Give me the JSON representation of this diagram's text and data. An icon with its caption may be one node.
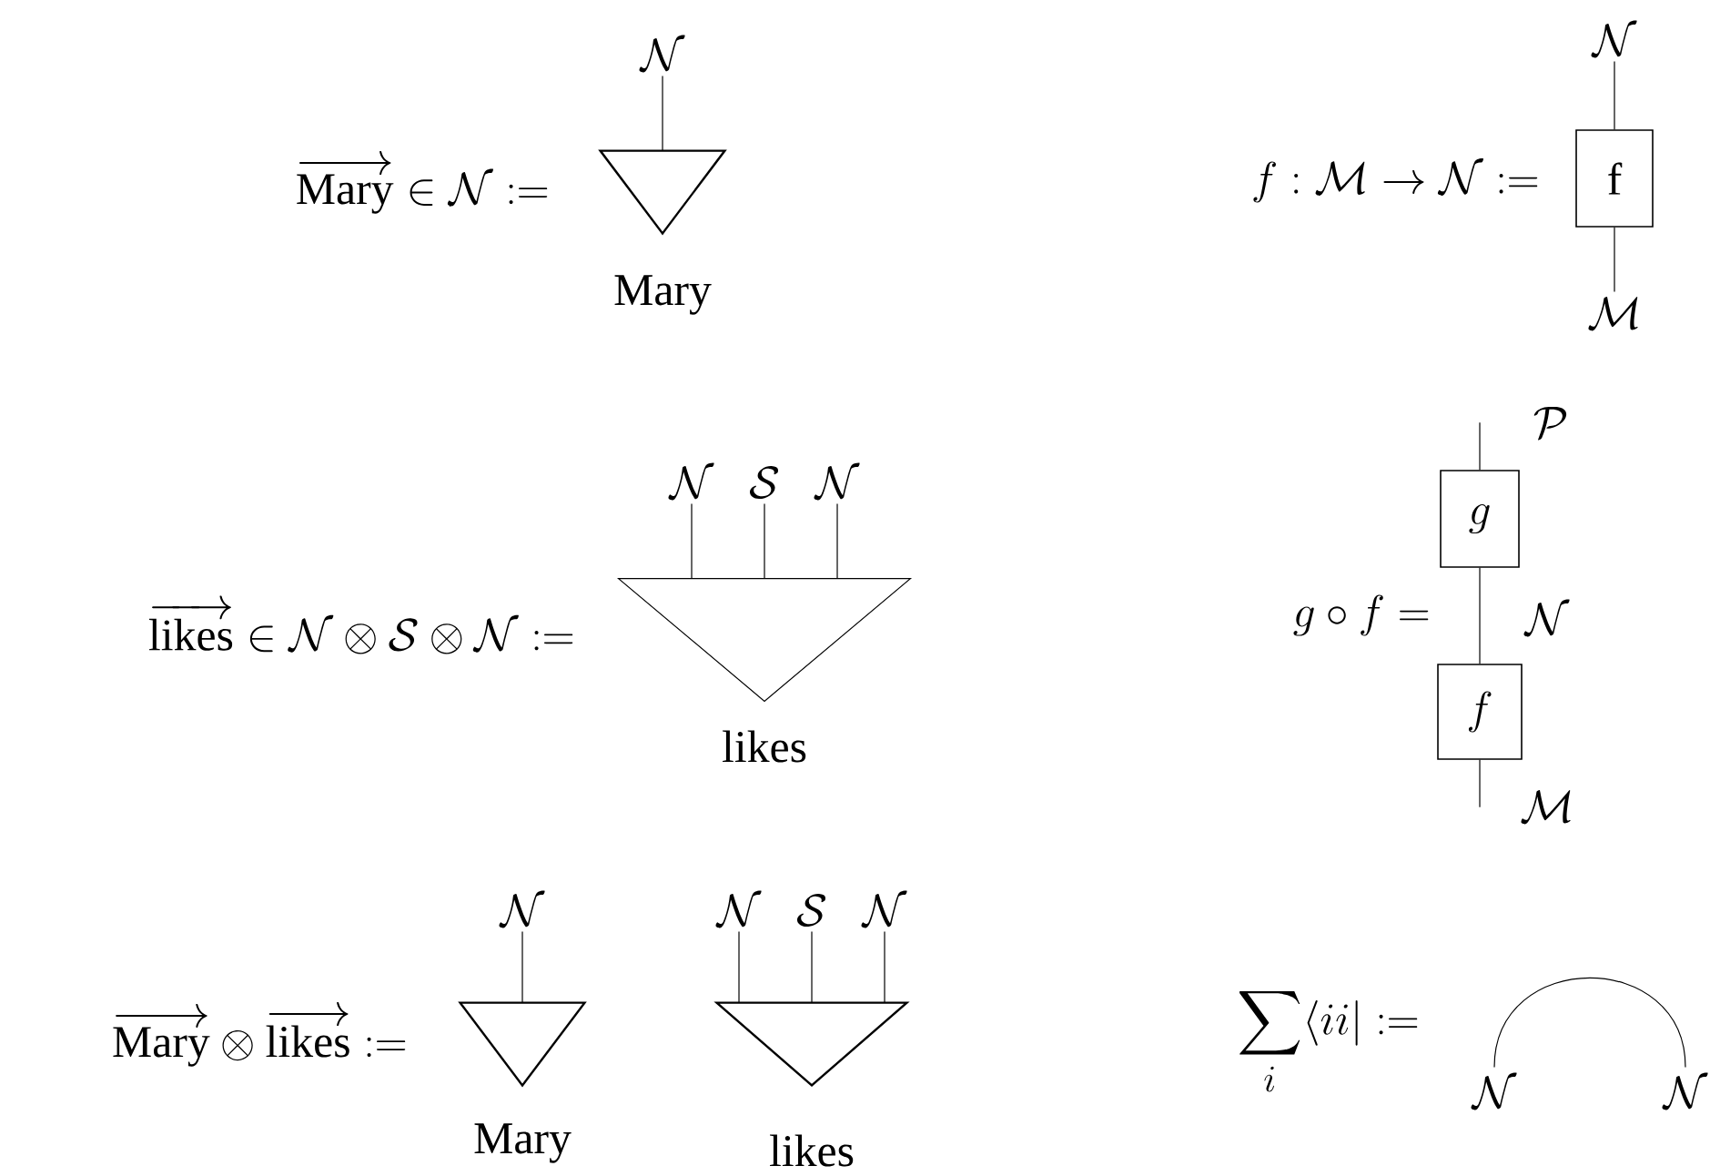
{
  "diagram": {
    "nodes": [
      {
        "text": [
          "\\mathcal{N}"
        ]
      },
      {
        "text": [],
        "shape": "triangle",
        "beside": [
          "Mary"
        ]
      },
      {
        "text": [
          "\\mathcal{N}"
        ]
      },
      {
        "text": [
          "\\mathrm{f}"
        ]
      },
      {
        "text": [
          "\\mathcal{M}"
        ]
      },
      {
        "text": [
          "\\mathcal{N}"
        ]
      },
      {
        "text": [
          "\\mathcal{S}"
        ]
      },
      {
        "text": [
          "\\mathcal{N}"
        ]
      },
      {
        "text": [],
        "shape": "triangle",
        "beside": [
          "likes"
        ]
      },
      {
        "text": [
          "g"
        ]
      },
      {
        "text": [
          "f"
        ]
      },
      {
        "text": [
          "\\mathcal{N}"
        ]
      },
      {
        "text": [],
        "shape": "triangle",
        "beside": [
          "Mary"
        ]
      },
      {
        "text": [
          "\\mathcal{N}"
        ]
      },
      {
        "text": [
          "\\mathcal{S}"
        ]
      },
      {
        "text": [
          "\\mathcal{N}"
        ]
      },
      {
        "text": [],
        "shape": "triangle",
        "beside": [
          "likes"
        ]
      },
      {
        "text": [
          "\\mathcal{N}"
        ]
      },
      {
        "text": [
          "\\mathcal{N}"
        ]
      }
    ],
    "edges": [
      {
        "from": 0,
        "to": 1,
        "arrow": "none"
      },
      {
        "from": 2,
        "to": 3,
        "arrow": "none"
      },
      {
        "from": 3,
        "to": 4,
        "arrow": "none"
      },
      {
        "from": 5,
        "to": 8,
        "arrow": "none"
      },
      {
        "from": 6,
        "to": 8,
        "arrow": "none"
      },
      {
        "from": 7,
        "to": 8,
        "arrow": "none"
      },
      {
        "from": 9,
        "to": null,
        "arrow": "none",
        "label": "\\mathcal{P}"
      },
      {
        "from": 10,
        "to": 9,
        "arrow": "none",
        "label": "\\mathcal{N}"
      },
      {
        "from": 10,
        "to": null,
        "arrow": "none",
        "label": "\\mathcal{M}"
      },
      {
        "from": 11,
        "to": 12,
        "arrow": "none"
      },
      {
        "from": 13,
        "to": 16,
        "arrow": "none"
      },
      {
        "from": 14,
        "to": 16,
        "arrow": "none"
      },
      {
        "from": 15,
        "to": 16,
        "arrow": "none"
      },
      {
        "from": 17,
        "to": 18,
        "arrow": "none"
      }
    ],
    "labels": [
      "\\overrightarrow{\\mathrm{Mary}} \\in \\mathcal{N} :=",
      "f : \\mathcal{M} \\to \\mathcal{N} :=",
      "\\overrightarrow{\\mathrm{likes}} \\in \\mathcal{N} \\otimes \\mathcal{S} \\otimes \\mathcal{N} :=",
      "g \\circ f =",
      "\\overrightarrow{\\mathrm{Mary}} \\otimes \\overrightarrow{\\mathrm{likes}} :=",
      "\\sum_i \\langle ii| :="
    ]
  }
}
